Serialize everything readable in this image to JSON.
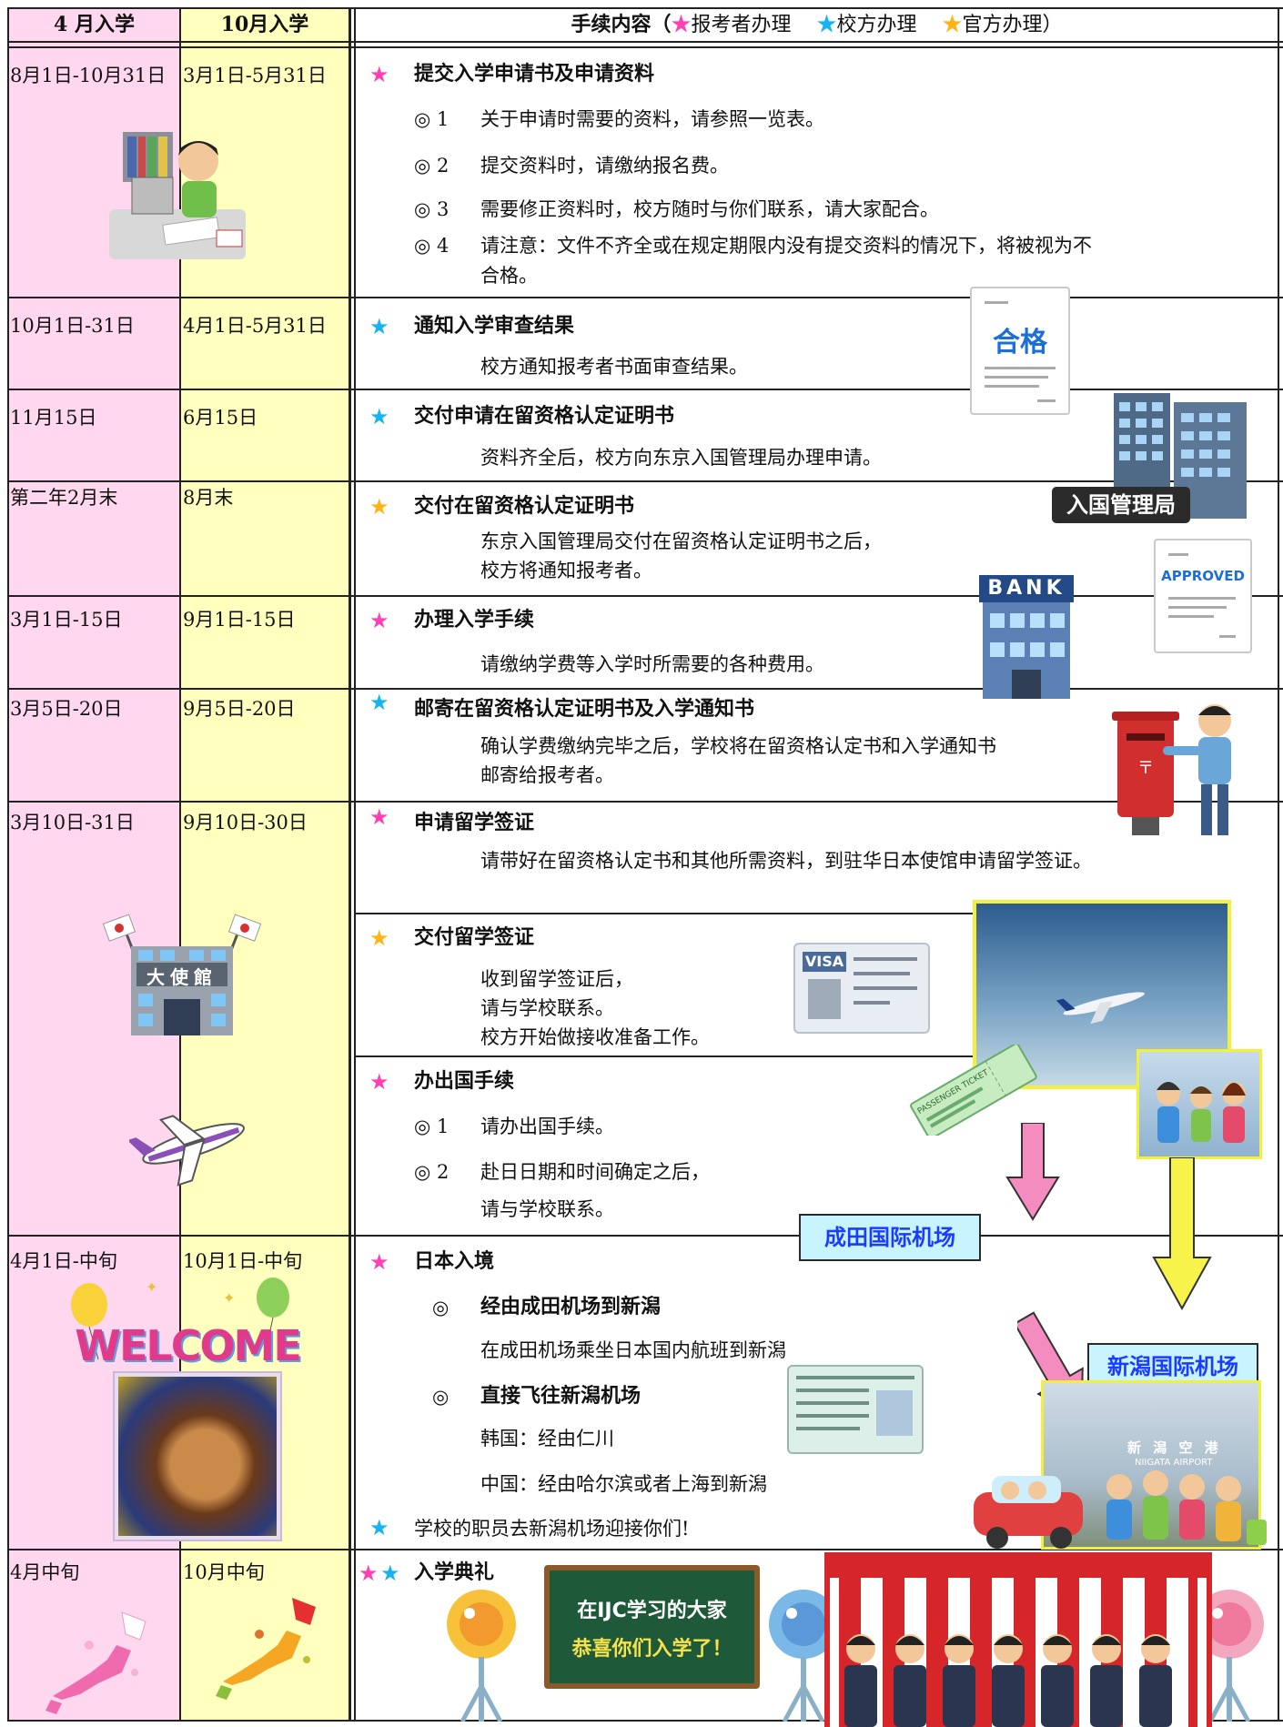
{
  "header": {
    "april": "4 月入学",
    "october": "10月入学",
    "procedure_prefix": "手续内容（",
    "applicant_star": "★",
    "applicant_label": "报考者办理",
    "school_star": "★",
    "school_label": "校方办理",
    "official_star": "★",
    "official_label": "官方办理）"
  },
  "colors": {
    "applicant": "#ff3fb4",
    "school": "#14b4f0",
    "official": "#ffb414",
    "pink_column": "#ffd8ef",
    "yellow_column": "#ffffbe"
  },
  "rows": [
    {
      "april": "8月1日-10月31日",
      "october": "3月1日-5月31日",
      "title": "提交入学申请书及申请资料",
      "items": [
        {
          "mark": "◎ 1",
          "text": "关于申请时需要的资料，请参照一览表。"
        },
        {
          "mark": "◎ 2",
          "text": "提交资料时，请缴纳报名费。"
        },
        {
          "mark": "◎ 3",
          "text": "需要修正资料时，校方随时与你们联系，请大家配合。"
        },
        {
          "mark": "◎ 4",
          "text_line1": "请注意：文件不齐全或在规定期限内没有提交资料的情况下，将被视为不",
          "text_line2": "合格。"
        }
      ]
    },
    {
      "april": "10月1日-31日",
      "october": "4月1日-5月31日",
      "title": "通知入学审查结果",
      "text": "校方通知报考者书面审查结果。"
    },
    {
      "april": "11月15日",
      "october": "6月15日",
      "title": "交付申请在留资格认定证明书",
      "text": "资料齐全后，校方向东京入国管理局办理申请。"
    },
    {
      "april": "第二年2月末",
      "october": "8月末",
      "title": "交付在留资格认定证明书",
      "text_line1": "东京入国管理局交付在留资格认定证明书之后，",
      "text_line2": "校方将通知报考者。"
    },
    {
      "april": "3月1日-15日",
      "october": "9月1日-15日",
      "title": "办理入学手续",
      "text": "请缴纳学费等入学时所需要的各种费用。"
    },
    {
      "april": "3月5日-20日",
      "october": "9月5日-20日",
      "title": "邮寄在留资格认定证明书及入学通知书",
      "text_line1": "确认学费缴纳完毕之后，学校将在留资格认定书和入学通知书",
      "text_line2": "邮寄给报考者。"
    },
    {
      "april": "3月10日-31日",
      "october": "9月10日-30日",
      "title": "申请留学签证",
      "text": "请带好在留资格认定书和其他所需资料，到驻华日本使馆申请留学签证。",
      "sub1_title": "交付留学签证",
      "sub1_lines": [
        "收到留学签证后，",
        "请与学校联系。",
        "校方开始做接收准备工作。"
      ],
      "sub2_title": "办出国手续",
      "sub2_items": [
        {
          "mark": "◎ 1",
          "text": "请办出国手续。"
        },
        {
          "mark": "◎ 2",
          "text_line1": "赴日日期和时间确定之后，",
          "text_line2": "请与学校联系。"
        }
      ]
    },
    {
      "april": "4月1日-中旬",
      "october": "10月1日-中旬",
      "title": "日本入境",
      "route1_mark": "◎",
      "route1_title": "经由成田机场到新潟",
      "route1_text": "在成田机场乘坐日本国内航班到新潟",
      "route2_mark": "◎",
      "route2_title": "直接飞往新潟机场",
      "korea": "韩国：经由仁川",
      "china": "中国：经由哈尔滨或者上海到新潟",
      "pickup": "学校的职员去新潟机场迎接你们!"
    },
    {
      "april": "4月中旬",
      "october": "10月中旬",
      "title": "入学典礼"
    }
  ],
  "images": {
    "pass_doc": "合格",
    "immigration": "入国管理局",
    "bank": "BANK",
    "approved": "APPROVED",
    "embassy": "大使館",
    "visa": "VISA",
    "ticket": "PASSENGER TICKET",
    "airport_sign": "新 潟 空 港",
    "airport_sign_en": "NIIGATA AIRPORT",
    "welcome": "WELCOME",
    "board_line1": "在IJC学习的大家",
    "board_line2": "恭喜你们入学了！"
  },
  "callouts": {
    "narita": "成田国际机场",
    "niigata": "新潟国际机场"
  }
}
